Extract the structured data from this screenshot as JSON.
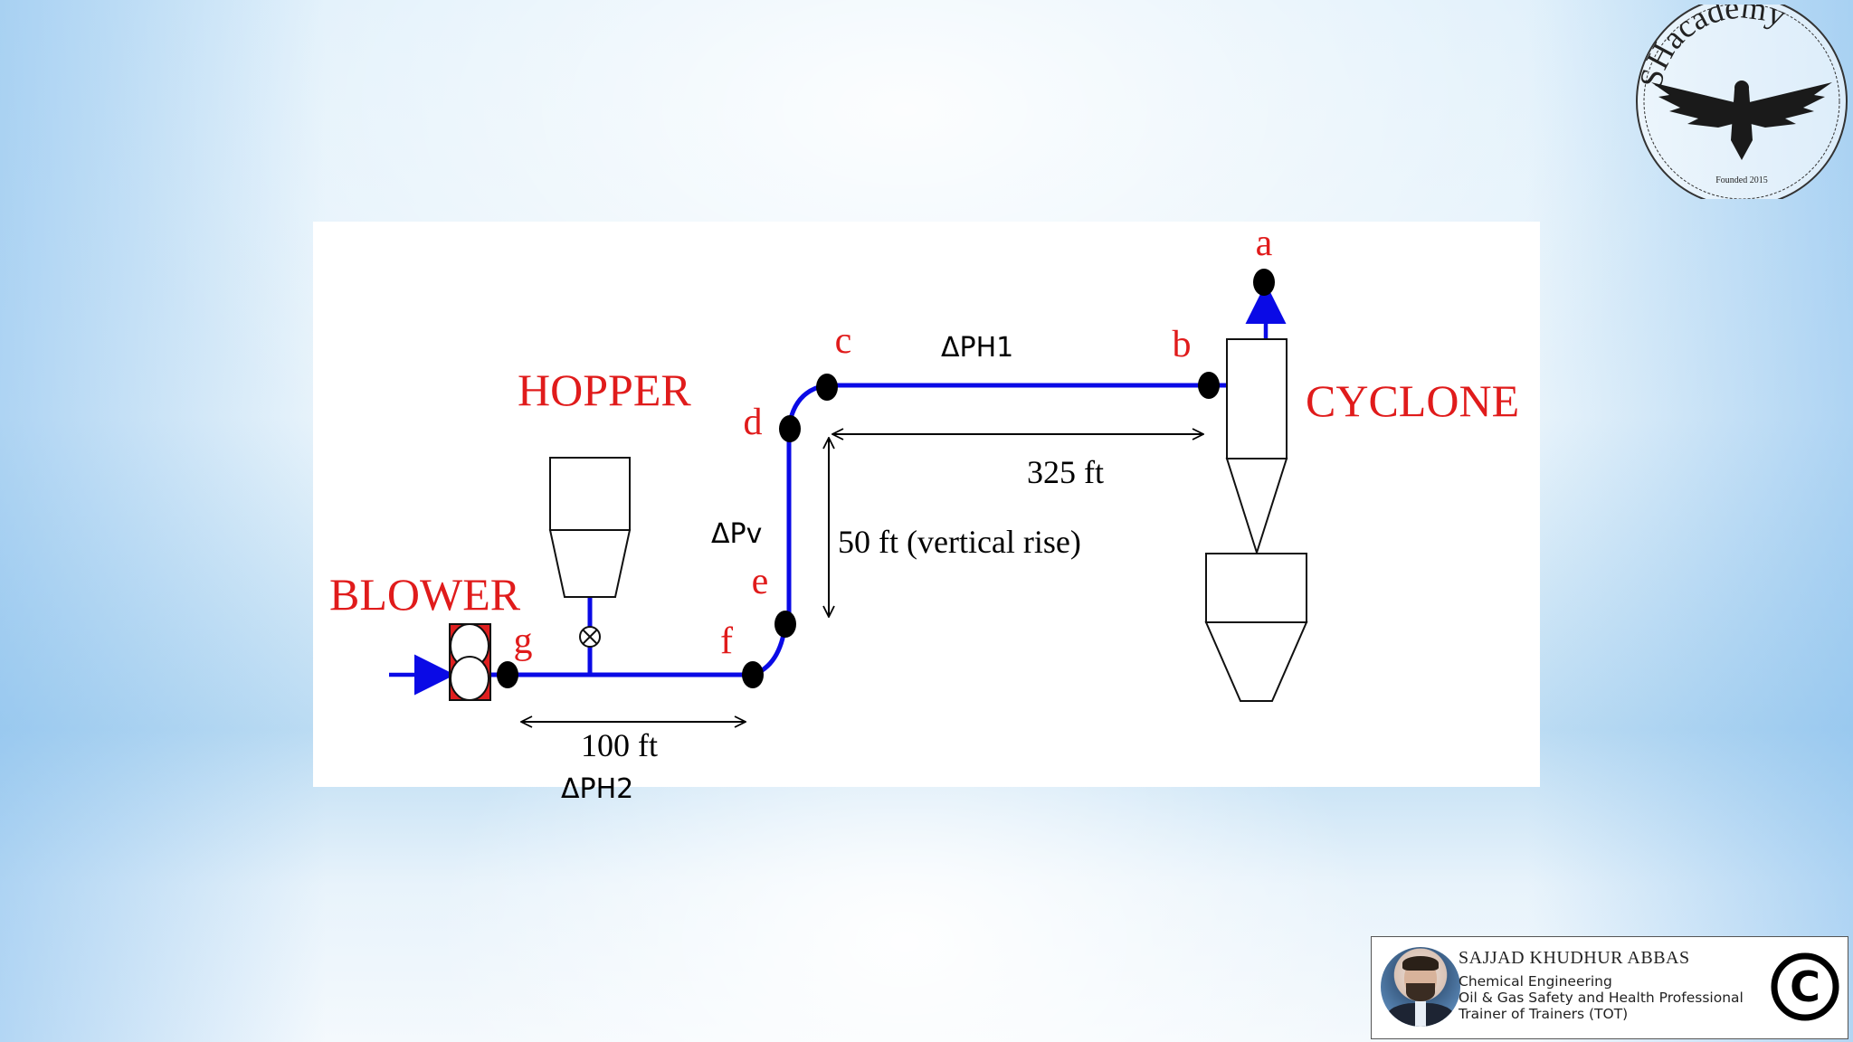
{
  "diagram": {
    "point_labels": [
      "a",
      "b",
      "c",
      "d",
      "e",
      "f",
      "g"
    ],
    "equipment_labels": {
      "hopper": "HOPPER",
      "cyclone": "CYCLONE",
      "blower": "BLOWER"
    },
    "pressure_labels": {
      "ph1": "ΔPH1",
      "pv": "ΔPv",
      "ph2": "ΔPH2"
    },
    "dimensions": {
      "horizontal_top": "325 ft",
      "vertical": "50 ft (vertical rise)",
      "horizontal_bottom": "100 ft"
    },
    "colors": {
      "pipe": "#0a0ae6",
      "label_red": "#e01b1b",
      "node": "#000000"
    }
  },
  "logo": {
    "text": "SHacademy",
    "founded": "Founded 2015"
  },
  "credit": {
    "name": "SAJJAD KHUDHUR ABBAS",
    "lines": [
      "Chemical Engineering",
      "Oil & Gas Safety and Health Professional",
      "Trainer of Trainers (TOT)"
    ],
    "copyright_symbol": "©"
  }
}
